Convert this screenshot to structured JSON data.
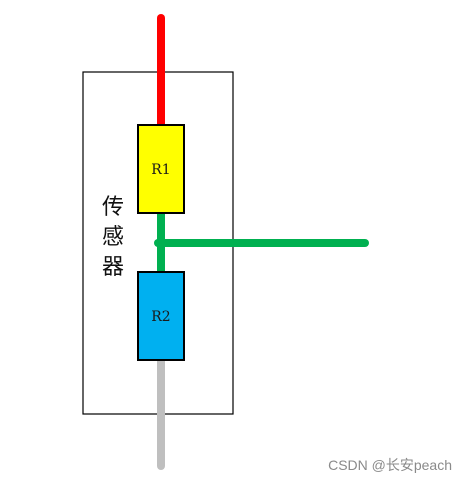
{
  "sensor": {
    "label_chars": [
      "传",
      "感",
      "器"
    ]
  },
  "resistors": {
    "r1": {
      "label": "R1",
      "color": "#FFFF00"
    },
    "r2": {
      "label": "R2",
      "color": "#00B0F0"
    }
  },
  "wires": {
    "top": {
      "color": "#FF0000"
    },
    "middle": {
      "color": "#00B050"
    },
    "bottom": {
      "color": "#BFBFBF"
    }
  },
  "watermark": {
    "text": "CSDN @长安peach"
  }
}
